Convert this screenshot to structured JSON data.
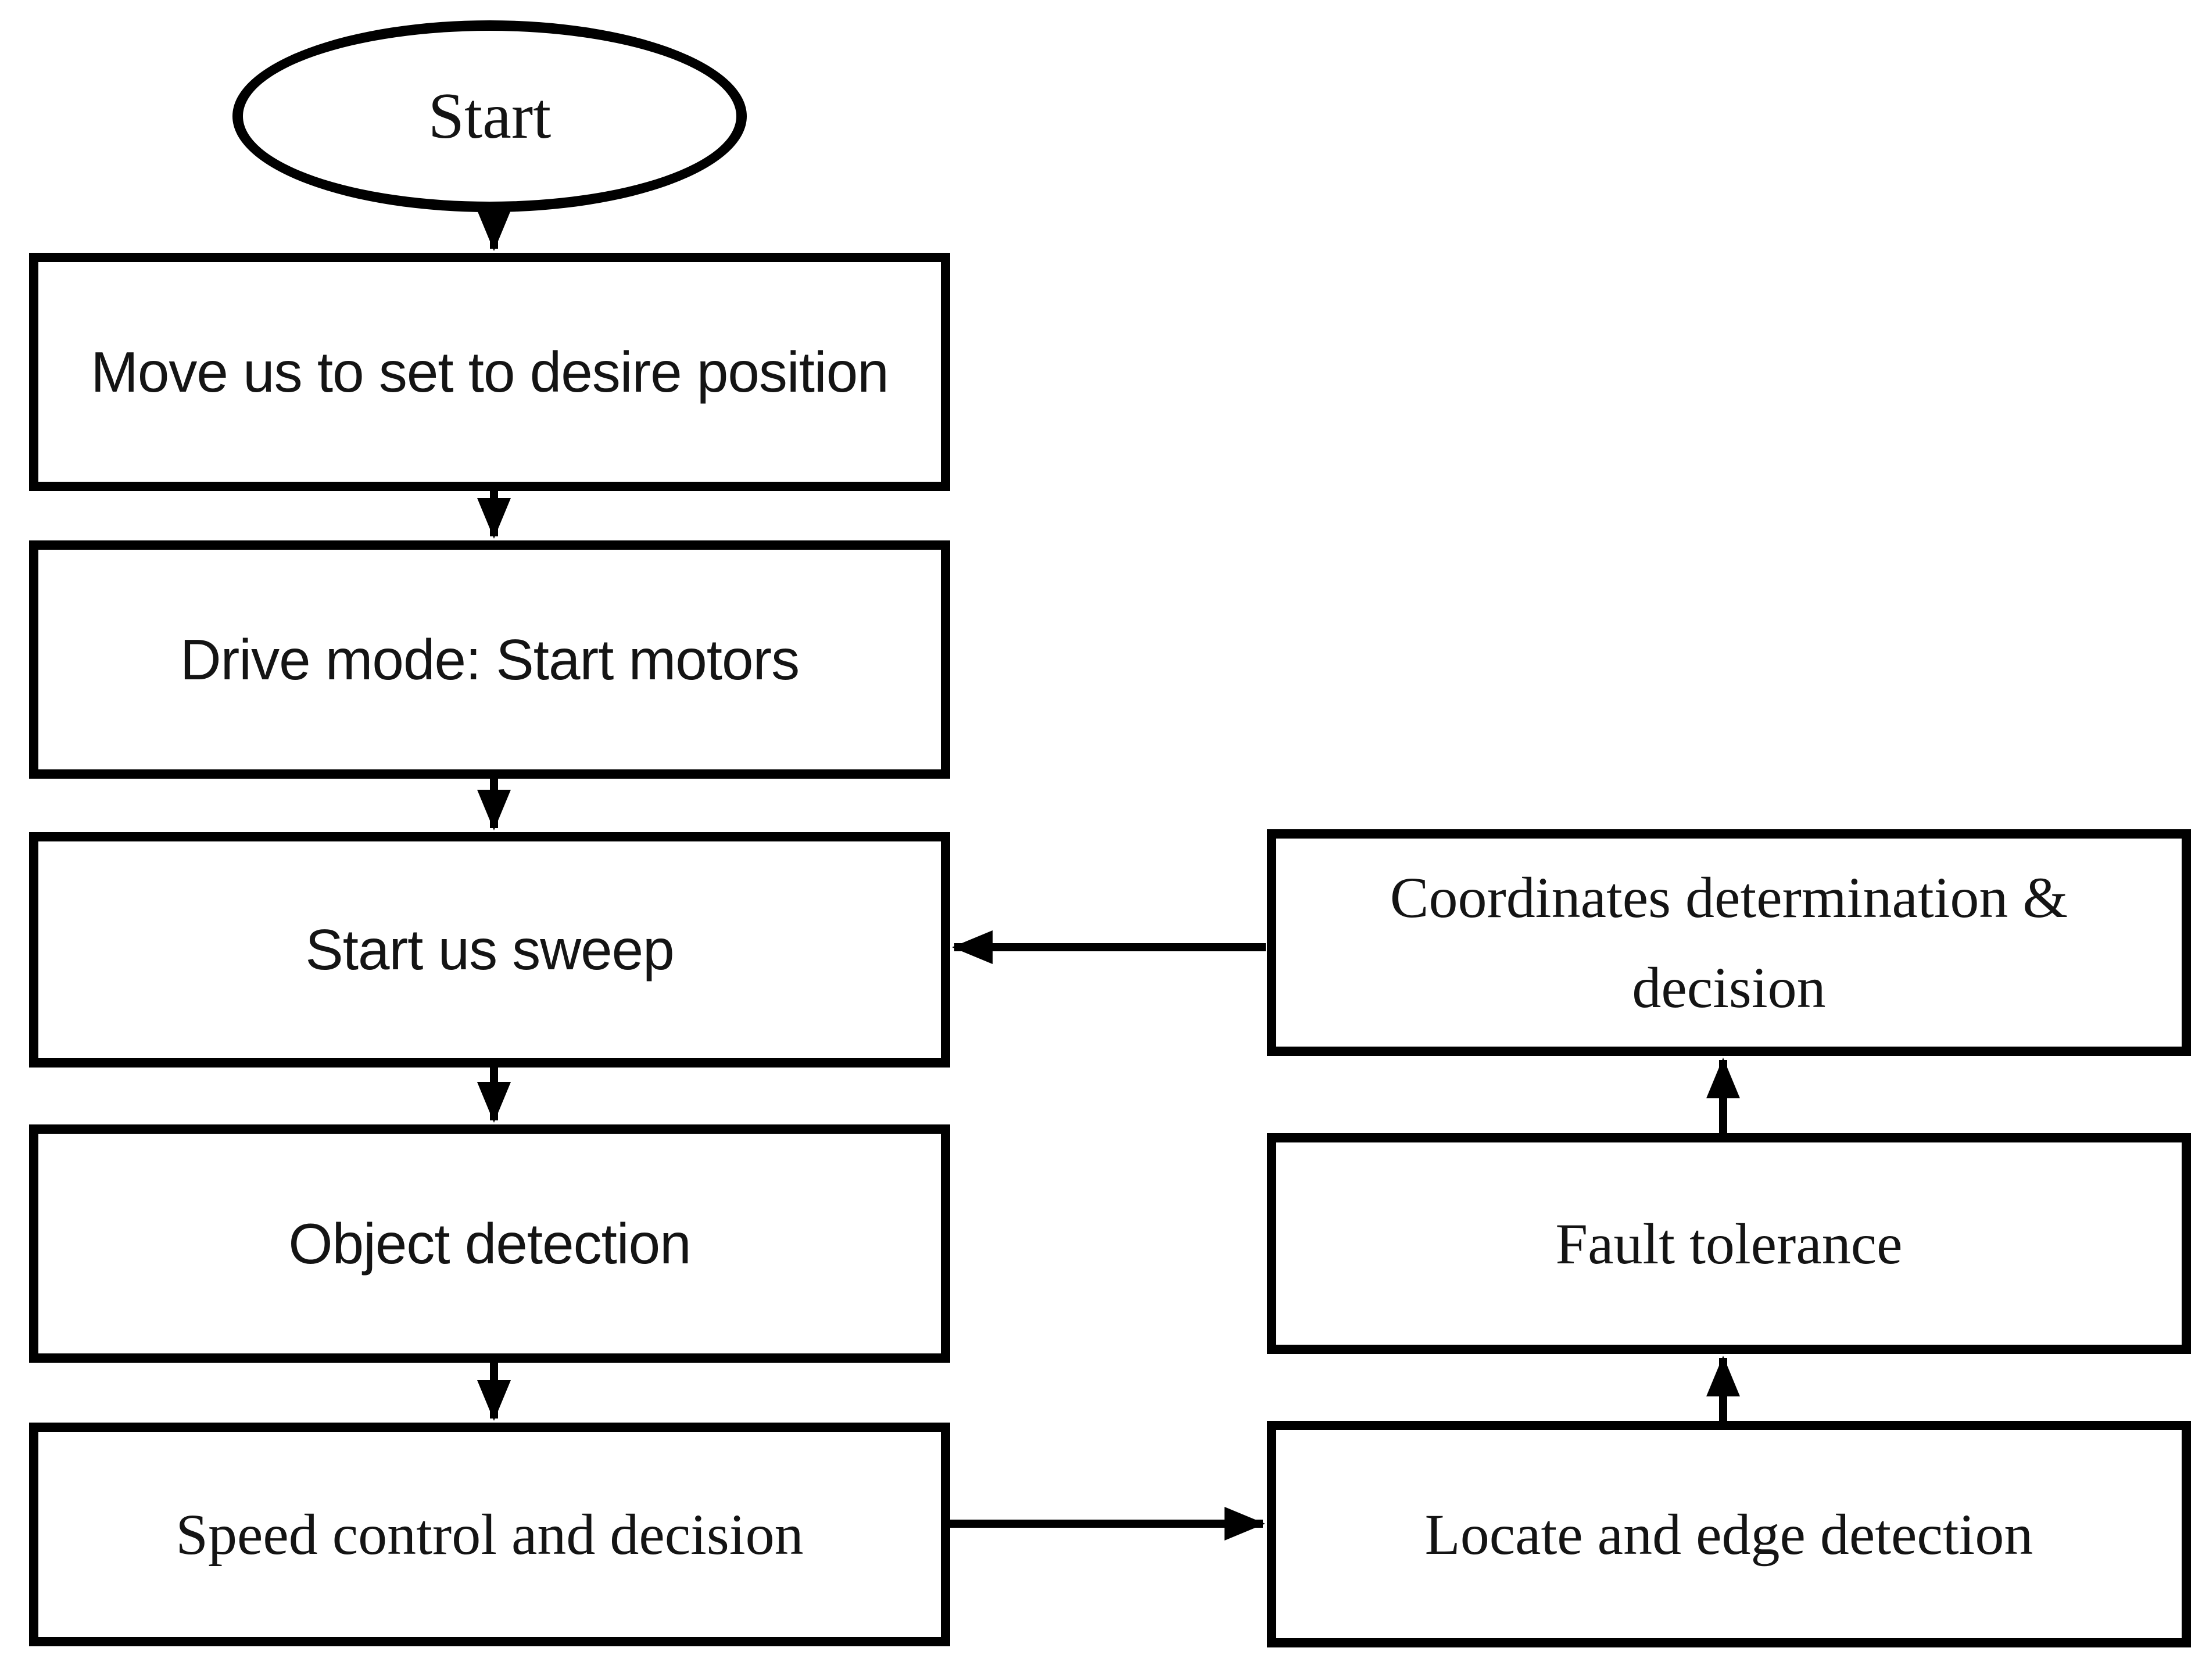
{
  "diagram": {
    "background_color": "#ffffff",
    "line_color": "#000000",
    "node_fill": "#ffffff",
    "nodes": {
      "start": {
        "label": "Start",
        "shape": "ellipse"
      },
      "move_position": {
        "label": "Move us to set to desire position",
        "shape": "rectangle"
      },
      "drive_mode": {
        "label": "Drive mode: Start motors",
        "shape": "rectangle"
      },
      "start_sweep": {
        "label": "Start us sweep",
        "shape": "rectangle"
      },
      "object_detection": {
        "label": "Object detection",
        "shape": "rectangle"
      },
      "speed_control": {
        "label": "Speed control and decision",
        "shape": "rectangle"
      },
      "coordinates_decision": {
        "label": "Coordinates determination & decision",
        "shape": "rectangle"
      },
      "fault_tolerance": {
        "label": "Fault tolerance",
        "shape": "rectangle"
      },
      "locate_edge": {
        "label": "Locate and edge detection",
        "shape": "rectangle"
      }
    },
    "edges": [
      {
        "from": "start",
        "to": "move_position",
        "direction": "down"
      },
      {
        "from": "move_position",
        "to": "drive_mode",
        "direction": "down"
      },
      {
        "from": "drive_mode",
        "to": "start_sweep",
        "direction": "down"
      },
      {
        "from": "start_sweep",
        "to": "object_detection",
        "direction": "down"
      },
      {
        "from": "object_detection",
        "to": "speed_control",
        "direction": "down"
      },
      {
        "from": "speed_control",
        "to": "locate_edge",
        "direction": "right"
      },
      {
        "from": "locate_edge",
        "to": "fault_tolerance",
        "direction": "up"
      },
      {
        "from": "fault_tolerance",
        "to": "coordinates_decision",
        "direction": "up"
      },
      {
        "from": "coordinates_decision",
        "to": "start_sweep",
        "direction": "left"
      }
    ]
  }
}
